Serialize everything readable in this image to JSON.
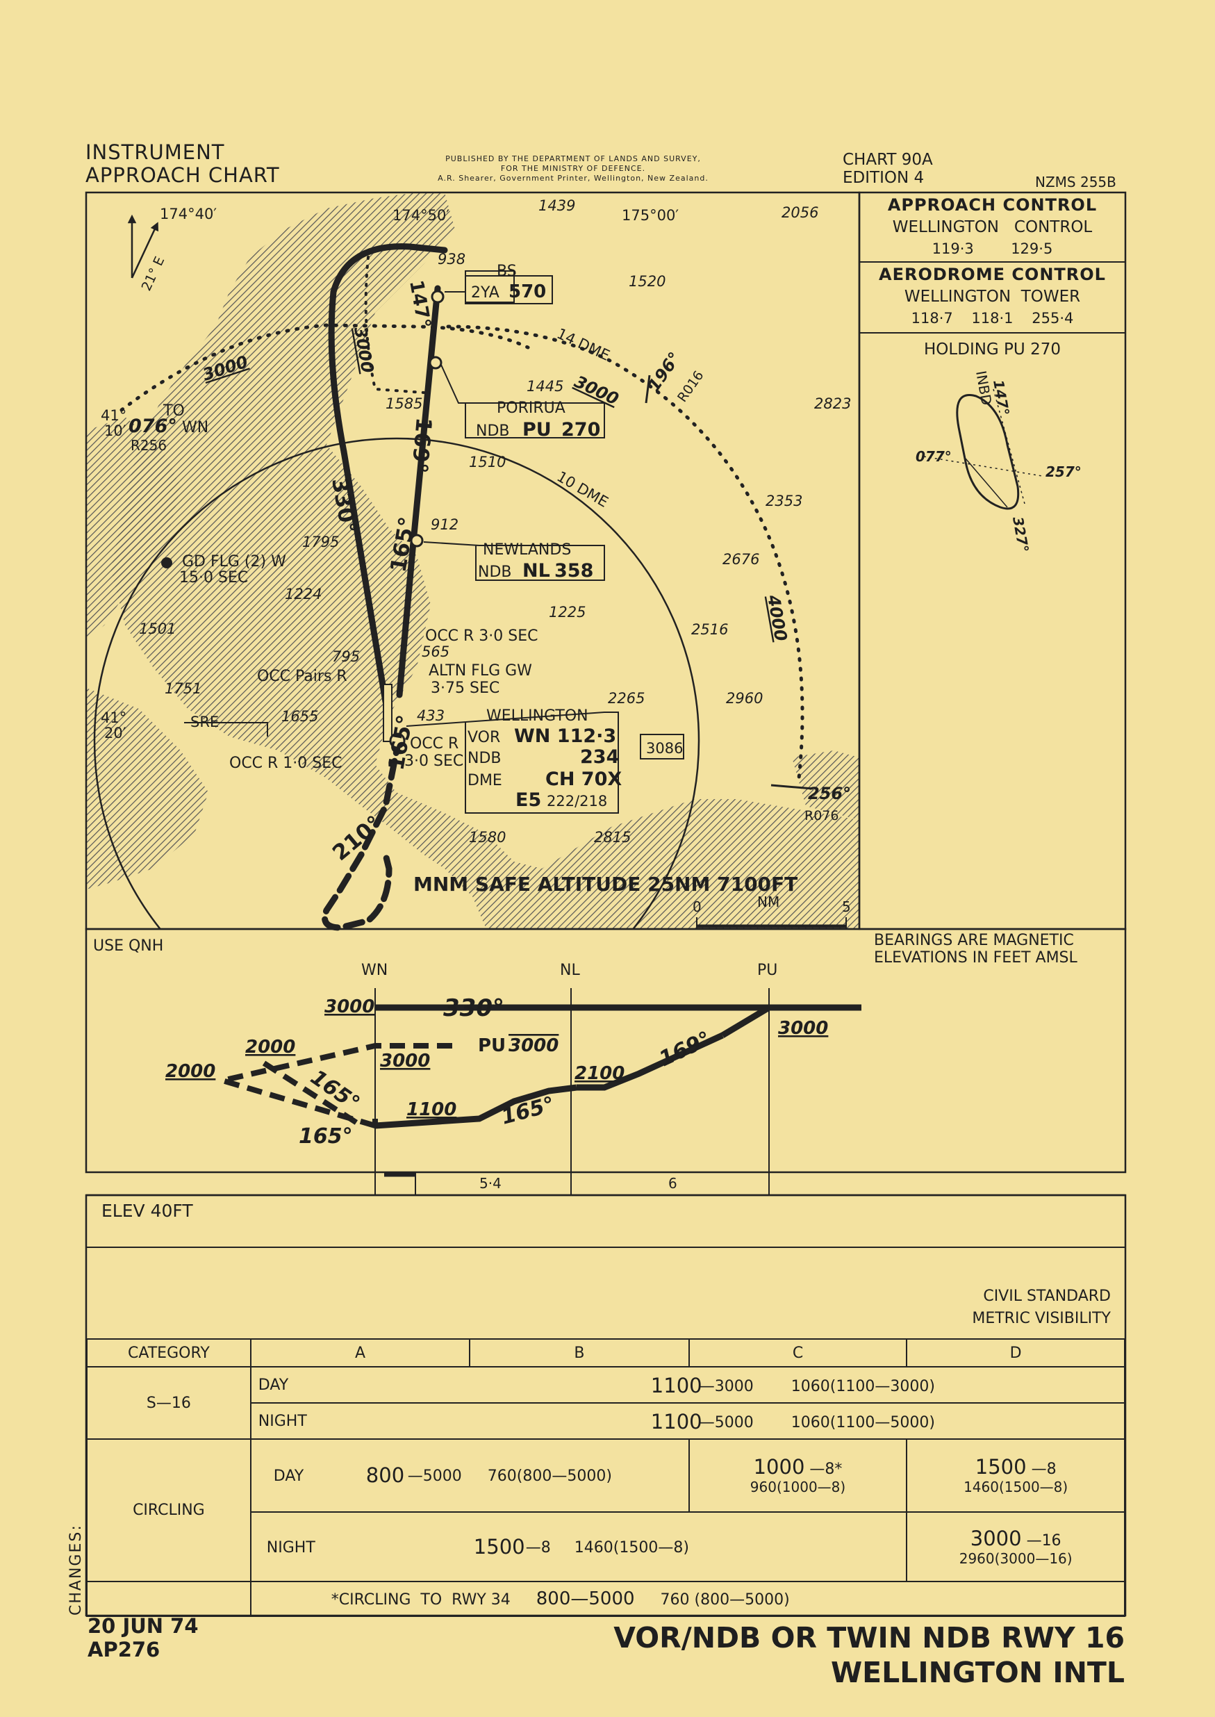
{
  "header": {
    "chart_kind_line1": "INSTRUMENT",
    "chart_kind_line2": "APPROACH CHART",
    "publisher_line1": "PUBLISHED BY THE DEPARTMENT OF LANDS AND SURVEY,",
    "publisher_line2": "FOR THE MINISTRY OF DEFENCE.",
    "publisher_line3": "A.R. Shearer, Government Printer, Wellington, New Zealand.",
    "chart_number": "CHART 90A",
    "edition": "EDITION 4",
    "series": "NZMS 255B"
  },
  "comms": {
    "approach_title": "APPROACH CONTROL",
    "approach_names": "WELLINGTON   CONTROL",
    "approach_freqs": "119·3        129·5",
    "aerodrome_title": "AERODROME CONTROL",
    "aerodrome_names": "WELLINGTON  TOWER",
    "aerodrome_freqs": "118·7    118·1    255·4",
    "holding_title": "HOLDING PU 270",
    "holding_inbound": "147°",
    "holding_inbound_label": "INBD",
    "holding_left": "077°",
    "holding_right": "257°",
    "holding_bottom": "327°"
  },
  "plan": {
    "north_arrow": "21° E",
    "lon_1": "174°40′",
    "lon_2": "174°50′",
    "lon_3": "175°00′",
    "lat_1_deg": "41°",
    "lat_1_min": "10′",
    "lat_2_deg": "41°",
    "lat_2_min": "20′",
    "spot_heights": [
      "1439",
      "2056",
      "938",
      "1520",
      "1445",
      "1585",
      "2823",
      "1510",
      "2353",
      "912",
      "1795",
      "2676",
      "1224",
      "1225",
      "1501",
      "2516",
      "795",
      "565",
      "1751",
      "2265",
      "2960",
      "1655",
      "433",
      "1580",
      "2815"
    ],
    "bs_label": "BS",
    "bs_ident": "2YA",
    "bs_freq": "570",
    "porirua_name": "PORIRUA",
    "porirua_type": "NDB",
    "porirua_ident": "PU",
    "porirua_freq": "270",
    "newlands_name": "NEWLANDS",
    "newlands_type": "NDB",
    "newlands_ident": "NL",
    "newlands_freq": "358",
    "wellington_name": "WELLINGTON",
    "vor_label": "VOR",
    "vor_value": "WN 112·3",
    "ndb_label": "NDB",
    "ndb_value": "234",
    "dme_label": "DME",
    "dme_value": "CH 70X",
    "e5_label": "E5",
    "e5_value": "222/218",
    "track_330": "330°",
    "track_169": "169°",
    "track_147": "147°",
    "track_165a": "165°",
    "track_165b": "165°",
    "track_210": "210°",
    "alt_3000_west": "3000",
    "alt_3000_north": "3000",
    "alt_3000_east": "3000",
    "alt_4000": "4000",
    "to_label": "TO",
    "to_radial": "076°",
    "to_station": "WN",
    "r256": "R256",
    "dme14": "14 DME",
    "dme10": "10 DME",
    "r016_bearing": "196°",
    "r016": "R016",
    "r076_bearing": "256°",
    "r076": "R076",
    "light_gd": "GD FLG (2) W",
    "light_gd_sec": "15·0 SEC",
    "light_occ3": "OCC R 3·0 SEC",
    "light_altn": "ALTN FLG GW",
    "light_altn_sec": "3·75 SEC",
    "light_occ_pairs": "OCC Pairs R",
    "sre": "SRE",
    "light_occ1": "OCC R 1·0 SEC",
    "light_occ_r": "OCC R",
    "light_occ_r_sec": "3·0 SEC",
    "box_3086": "3086",
    "msa": "MNM SAFE ALTITUDE 25NM 7100FT",
    "scale_0": "0",
    "scale_nm": "NM",
    "scale_5": "5"
  },
  "profile": {
    "use_qnh": "USE QNH",
    "bearings_note_1": "BEARINGS ARE MAGNETIC",
    "bearings_note_2": "ELEVATIONS IN FEET AMSL",
    "fix_wn": "WN",
    "fix_nl": "NL",
    "fix_pu": "PU",
    "alt_3000_left": "3000",
    "track_330": "330°",
    "alt_3000_right": "3000",
    "alt_2000_upper": "2000",
    "alt_2000_left": "2000",
    "alt_3000_mid": "3000",
    "pu_label": "PU",
    "pu_alt": "3000",
    "track_165_upper": "165°",
    "track_165_lower": "165°",
    "alt_1100": "1100",
    "track_165_mid": "165°",
    "alt_2100": "2100",
    "track_169": "169°",
    "dist_54": "5·4",
    "dist_6": "6"
  },
  "aerodrome": {
    "elev": "ELEV 40FT"
  },
  "minima": {
    "visibility_note_1": "CIVIL STANDARD",
    "visibility_note_2": "METRIC VISIBILITY",
    "category": "CATEGORY",
    "cat_a": "A",
    "cat_b": "B",
    "cat_c": "C",
    "cat_d": "D",
    "s16": "S—16",
    "day": "DAY",
    "night": "NIGHT",
    "s16_day_value": "1100",
    "s16_day_vis": "—3000",
    "s16_day_mil": "1060(1100—3000)",
    "s16_night_value": "1100",
    "s16_night_vis": "—5000",
    "s16_night_mil": "1060(1100—5000)",
    "circling": "CIRCLING",
    "circ_day_ab_value": "800",
    "circ_day_ab_vis": "—5000",
    "circ_day_ab_mil": "760(800—5000)",
    "circ_day_c_value": "1000",
    "circ_day_c_vis": "—8*",
    "circ_day_c_mil": "960(1000—8)",
    "circ_day_d_value": "1500",
    "circ_day_d_vis": "—8",
    "circ_day_d_mil": "1460(1500—8)",
    "circ_night_abc_value": "1500",
    "circ_night_abc_vis": "—8",
    "circ_night_abc_mil": "1460(1500—8)",
    "circ_night_d_value": "3000",
    "circ_night_d_vis": "—16",
    "circ_night_d_mil": "2960(3000—16)",
    "note_star": "*CIRCLING  TO  RWY 34",
    "note_value": "800—5000",
    "note_mil": "760 (800—5000)"
  },
  "footer": {
    "changes": "CHANGES:",
    "date": "20 JUN 74",
    "amendment": "AP276",
    "title_1": "VOR/NDB OR TWIN NDB RWY 16",
    "title_2": "WELLINGTON INTL"
  }
}
